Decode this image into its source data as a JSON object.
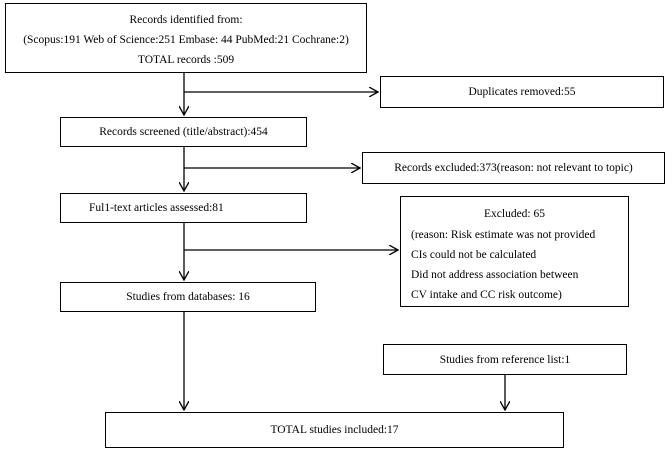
{
  "boxes": {
    "identified": {
      "line1": "Records identified from:",
      "line2": "(Scopus:191 Web of Science:251 Embase: 44 PubMed:21 Cochrane:2)",
      "line3": "TOTAL records :509"
    },
    "duplicates": "Duplicates removed:55",
    "screened": "Records screened (title/abstract):454",
    "excluded_records": "Records excluded:373(reason: not relevant to topic)",
    "fulltext": "Ful1-text articles assessed:81",
    "excluded_fulltext": {
      "title": "Excluded: 65",
      "line1": "(reason: Risk estimate was not provided",
      "line2": "CIs could not be calculated",
      "line3": "Did not address association between",
      "line4": "CV intake and CC risk outcome)"
    },
    "studies_db": "Studies from databases: 16",
    "studies_ref": "Studies from reference list:1",
    "total": "TOTAL studies included:17"
  }
}
